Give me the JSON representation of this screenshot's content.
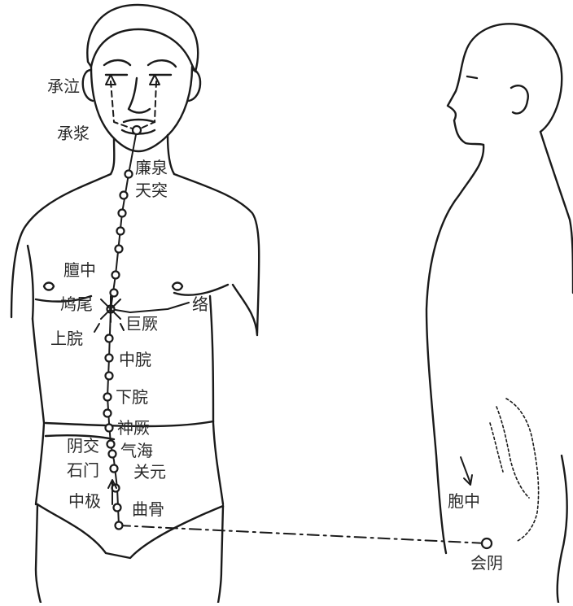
{
  "labels": {
    "chengqi": "承泣",
    "chengjiang": "承浆",
    "lianquan": "廉泉",
    "tiantu": "天突",
    "danzhong": "膻中",
    "jiuwei": "鸠尾",
    "luo": "络",
    "juque": "巨厥",
    "shangwan": "上脘",
    "zhongwan": "中脘",
    "xiawan": "下脘",
    "shenque": "神厥",
    "yinjiao": "阴交",
    "qihai": "气海",
    "shimen": "石门",
    "guanyuan": "关元",
    "zhongji": "中极",
    "qugu": "曲骨",
    "baozhong": "胞中",
    "huiyin": "会阴"
  },
  "colors": {
    "ink": "#1a1a1a",
    "background": "#ffffff"
  },
  "icons": {
    "point_marker": "small-circle",
    "eye_marker": "triangle",
    "flow_arrow": "arrow"
  }
}
